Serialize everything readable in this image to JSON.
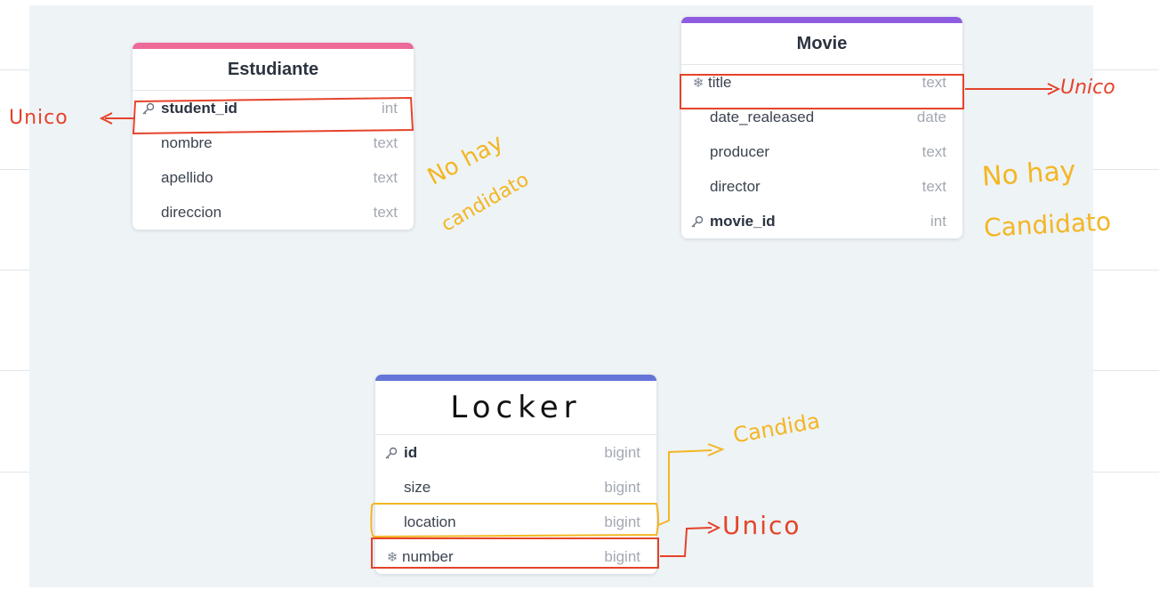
{
  "tables": {
    "estudiante": {
      "title": "Estudiante",
      "accent": "#ee6a98",
      "rows": [
        {
          "name": "student_id",
          "type": "int",
          "icon": "key-icon",
          "pk": true
        },
        {
          "name": "nombre",
          "type": "text"
        },
        {
          "name": "apellido",
          "type": "text"
        },
        {
          "name": "direccion",
          "type": "text"
        }
      ]
    },
    "movie": {
      "title": "Movie",
      "accent": "#8e5ce0",
      "rows": [
        {
          "name": "title",
          "type": "text",
          "icon": "snowflake-icon"
        },
        {
          "name": "date_realeased",
          "type": "date"
        },
        {
          "name": "producer",
          "type": "text"
        },
        {
          "name": "director",
          "type": "text"
        },
        {
          "name": "movie_id",
          "type": "int",
          "icon": "key-icon",
          "pk": true
        }
      ]
    },
    "locker": {
      "title": "Locker",
      "accent": "#6474d8",
      "rows": [
        {
          "name": "id",
          "type": "bigint",
          "icon": "key-icon",
          "pk": true
        },
        {
          "name": "size",
          "type": "bigint"
        },
        {
          "name": "location",
          "type": "bigint"
        },
        {
          "name": "number",
          "type": "bigint",
          "icon": "snowflake-icon"
        }
      ]
    }
  },
  "annotations": {
    "unico_student": "Unico",
    "unico_title": "Unico",
    "unico_number": "Unico",
    "no_hay_1": "No hay",
    "candidato_1": "candidato",
    "no_hay_2": "No hay",
    "candidato_2": "Candidato",
    "candida_locker": "Candida",
    "colors": {
      "red": "#e5432a",
      "yellow": "#f3b623"
    }
  }
}
